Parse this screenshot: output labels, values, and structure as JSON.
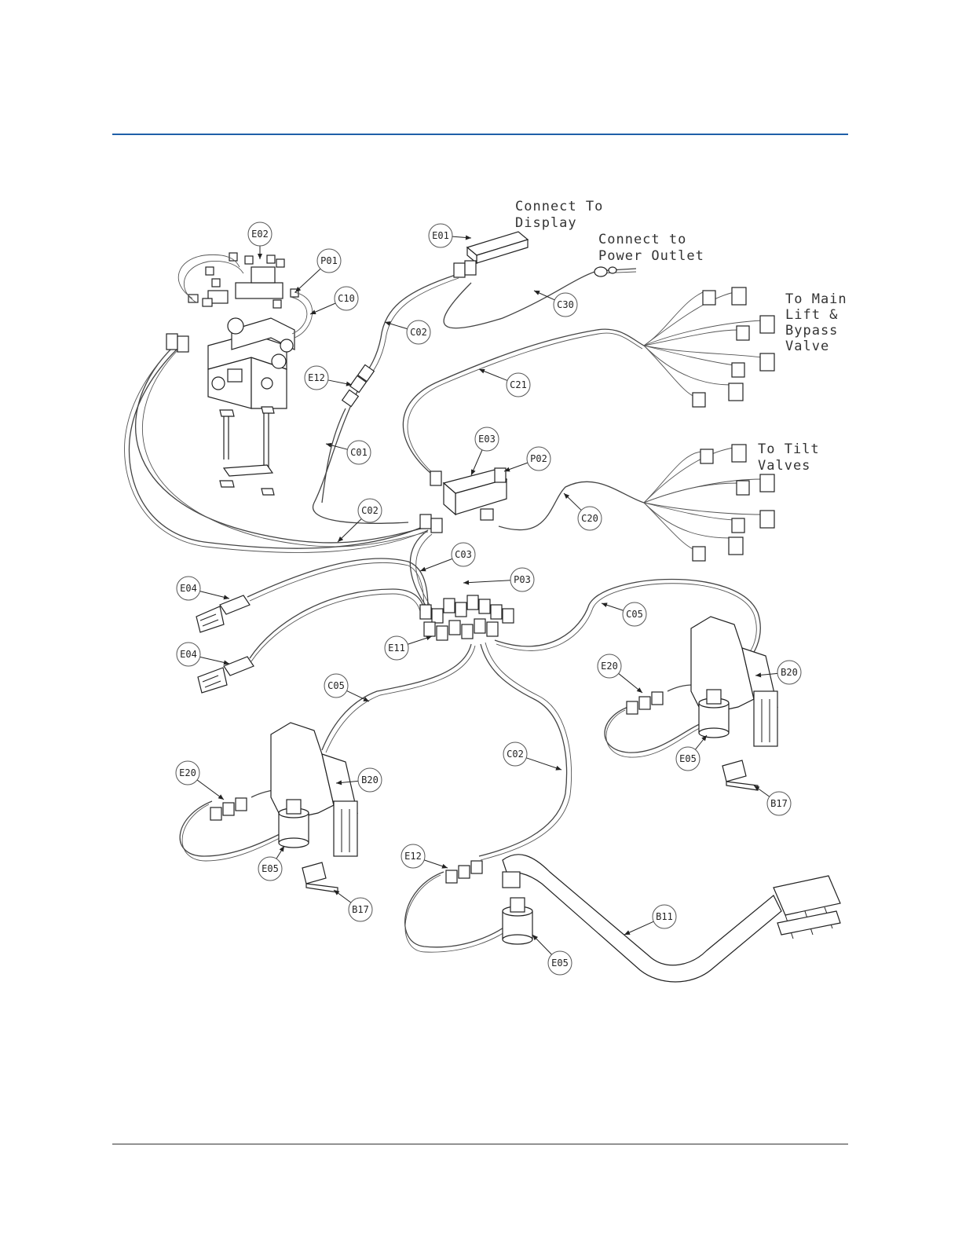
{
  "colors": {
    "accent_rule": "#1f5fa8",
    "bottom_rule": "#333333",
    "line_art": "#222222"
  },
  "annotations": {
    "display": [
      "Connect To",
      "Display"
    ],
    "power": [
      "Connect to",
      "Power Outlet"
    ],
    "main_lift": [
      "To Main",
      "Lift &",
      "Bypass",
      "Valve"
    ],
    "tilt": [
      "To Tilt",
      "Valves"
    ]
  },
  "callouts": {
    "e02": "E02",
    "p01": "P01",
    "c10": "C10",
    "e01": "E01",
    "c02_a": "C02",
    "c30": "C30",
    "e12_a": "E12",
    "c21": "C21",
    "c01": "C01",
    "e03": "E03",
    "p02": "P02",
    "c20": "C20",
    "c02_b": "C02",
    "c03": "C03",
    "e04_a": "E04",
    "p03": "P03",
    "c05_a": "C05",
    "e04_b": "E04",
    "e11": "E11",
    "e20_a": "E20",
    "b20_a": "B20",
    "c05_b": "C05",
    "e05_a": "E05",
    "b17_a": "B17",
    "c02_c": "C02",
    "e20_b": "E20",
    "b20_b": "B20",
    "e05_b": "E05",
    "b17_b": "B17",
    "e12_b": "E12",
    "b11": "B11",
    "e05_c": "E05"
  }
}
